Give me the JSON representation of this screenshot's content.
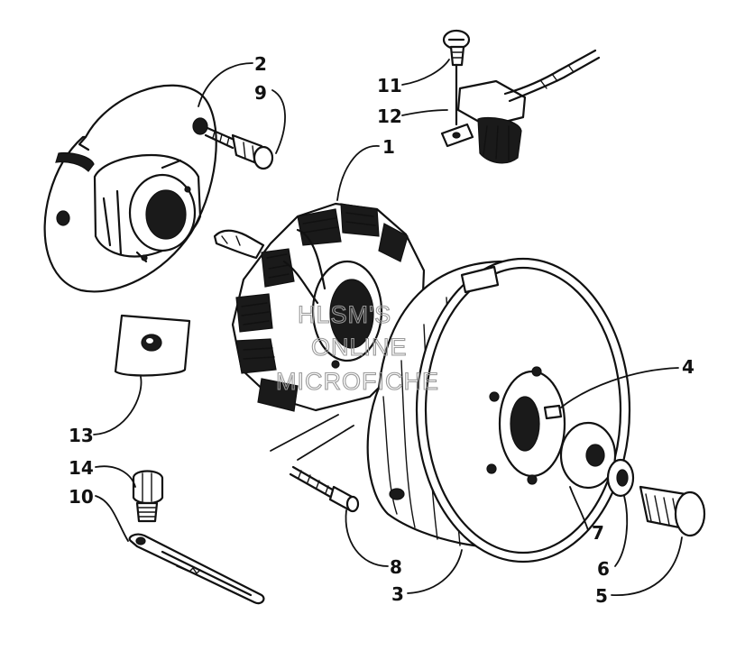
{
  "callouts": [
    {
      "id": "1",
      "label": "1"
    },
    {
      "id": "2",
      "label": "2"
    },
    {
      "id": "3",
      "label": "3"
    },
    {
      "id": "4",
      "label": "4"
    },
    {
      "id": "5",
      "label": "5"
    },
    {
      "id": "6",
      "label": "6"
    },
    {
      "id": "7",
      "label": "7"
    },
    {
      "id": "8",
      "label": "8"
    },
    {
      "id": "9",
      "label": "9"
    },
    {
      "id": "10",
      "label": "10"
    },
    {
      "id": "11",
      "label": "11"
    },
    {
      "id": "12",
      "label": "12"
    },
    {
      "id": "13",
      "label": "13"
    },
    {
      "id": "14",
      "label": "14"
    }
  ],
  "watermark": {
    "line1": "HLSM'S",
    "line2": "ONLINE",
    "line3": "MICROFICHE"
  },
  "colors": {
    "ink": "#111111",
    "background": "#ffffff",
    "watermark": "#9a9a9a"
  }
}
